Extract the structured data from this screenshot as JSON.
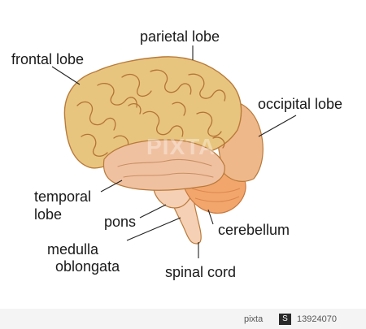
{
  "labels": {
    "parietal": "parietal lobe",
    "frontal": "frontal lobe",
    "occipital": "occipital lobe",
    "temporal_line1": "temporal",
    "temporal_line2": "lobe",
    "pons": "pons",
    "cerebellum": "cerebellum",
    "medulla_line1": "medulla",
    "medulla_line2": "oblongata",
    "spinal_cord": "spinal cord"
  },
  "footer": {
    "brand": "pixta",
    "separator": "S",
    "image_number": "13924070"
  },
  "watermark": "PIXTA",
  "colors": {
    "cerebrum": "#e8c57e",
    "cerebrum_outline": "#b97a3a",
    "gyri_line": "#b47437",
    "occipital": "#efb88a",
    "temporal": "#f0c1a0",
    "cerebellum": "#f3a66c",
    "brainstem": "#f6d0b4",
    "line": "#222222"
  }
}
